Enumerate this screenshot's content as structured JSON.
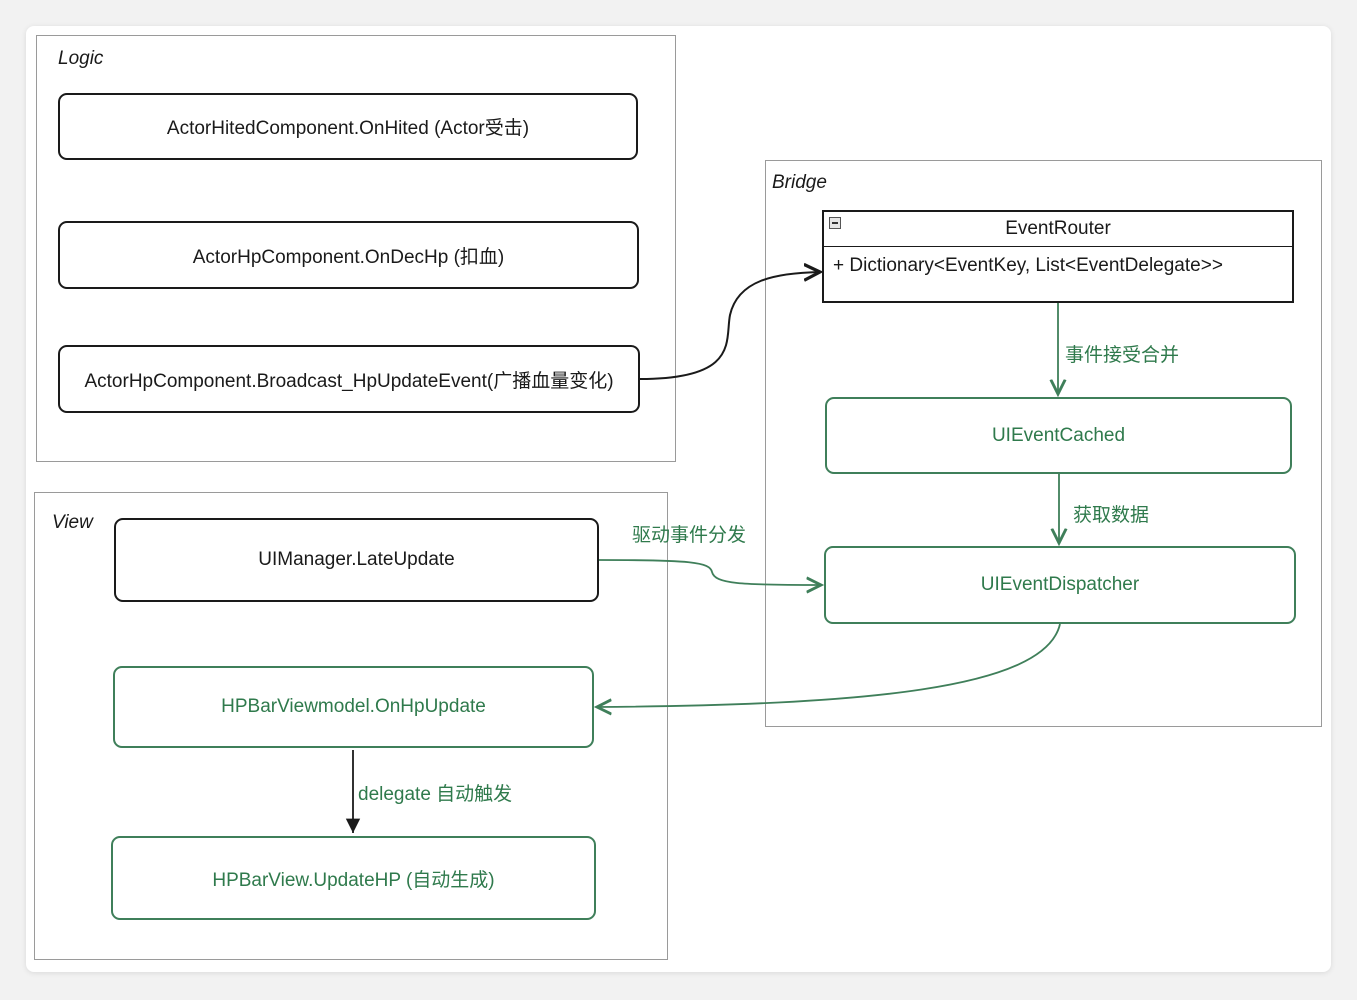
{
  "groups": {
    "logic": "Logic",
    "bridge": "Bridge",
    "view": "View"
  },
  "nodes": {
    "actor_hited": "ActorHitedComponent.OnHited (Actor受击)",
    "actor_hp_dec": "ActorHpComponent.OnDecHp (扣血)",
    "actor_hp_broadcast": "ActorHpComponent.Broadcast_HpUpdateEvent(广播血量变化)",
    "event_router": {
      "name": "EventRouter",
      "member": "+ Dictionary<EventKey, List<EventDelegate>>"
    },
    "ui_event_cached": "UIEventCached",
    "ui_event_dispatcher": "UIEventDispatcher",
    "ui_manager": "UIManager.LateUpdate",
    "hpbar_viewmodel": "HPBarViewmodel.OnHpUpdate",
    "hpbar_view": "HPBarView.UpdateHP (自动生成)"
  },
  "edge_labels": {
    "router_to_cached": "事件接受合并",
    "cached_to_dispatcher": "获取数据",
    "manager_to_dispatcher": "驱动事件分发",
    "viewmodel_to_view": "delegate 自动触发"
  },
  "colors": {
    "green": "#3f7f5a",
    "dark": "#1a1a1a",
    "group_border": "#9a9a9a"
  }
}
